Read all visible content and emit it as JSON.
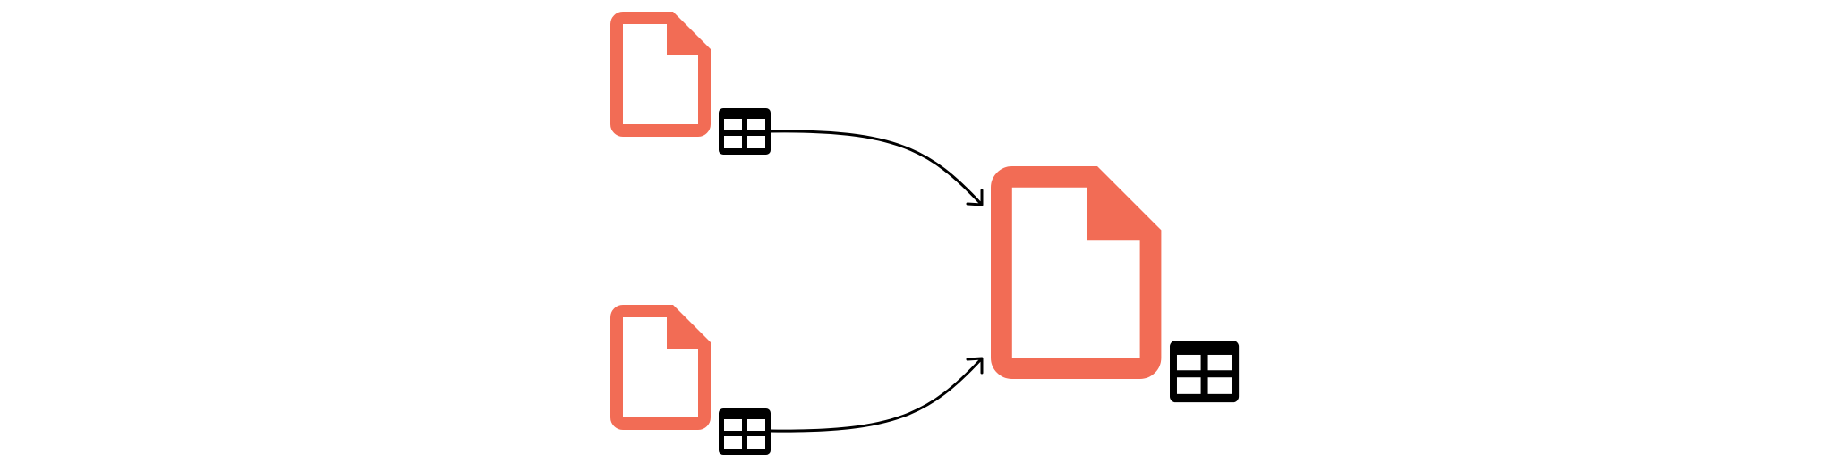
{
  "diagram": {
    "colors": {
      "file": "#f26c55",
      "table": "#000000",
      "arrow": "#000000",
      "background": "#ffffff"
    },
    "nodes": [
      {
        "id": "source-file-1",
        "icon": "file-icon",
        "badge": "table-icon"
      },
      {
        "id": "source-file-2",
        "icon": "file-icon",
        "badge": "table-icon"
      },
      {
        "id": "merged-file",
        "icon": "file-icon",
        "badge": "table-icon"
      }
    ],
    "edges": [
      {
        "from": "source-file-1",
        "to": "merged-file"
      },
      {
        "from": "source-file-2",
        "to": "merged-file"
      }
    ]
  }
}
